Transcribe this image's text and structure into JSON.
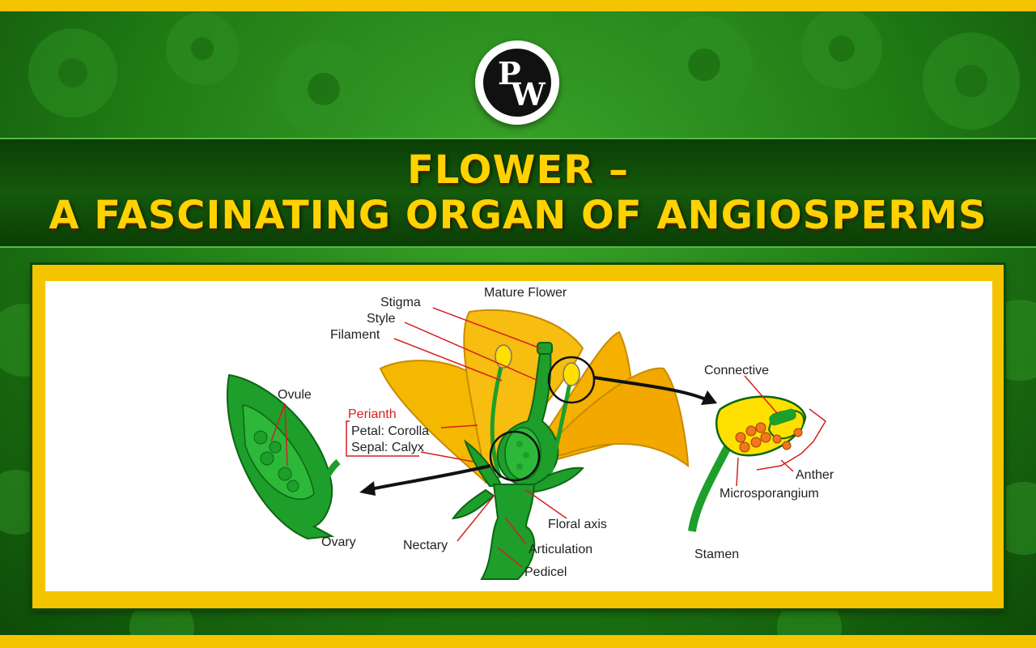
{
  "logo": {
    "text": "PW"
  },
  "title": {
    "line1": "FLOWER –",
    "line2": "A FASCINATING ORGAN OF ANGIOSPERMS"
  },
  "diagram": {
    "mature_flower": "Mature Flower",
    "stigma": "Stigma",
    "style": "Style",
    "filament": "Filament",
    "perianth": "Perianth",
    "petal": "Petal: Corolla",
    "sepal": "Sepal: Calyx",
    "ovule": "Ovule",
    "ovary": "Ovary",
    "nectary": "Nectary",
    "floral_axis": "Floral axis",
    "articulation": "Articulation",
    "pedicel": "Pedicel",
    "connective": "Connective",
    "anther": "Anther",
    "microsporangium": "Microsporangium",
    "stamen": "Stamen"
  },
  "colors": {
    "brand_yellow": "#f5c400",
    "band_green": "#14590c",
    "petal": "#f5b800",
    "plant_green": "#1e9e2a",
    "label_red": "#d42020"
  }
}
